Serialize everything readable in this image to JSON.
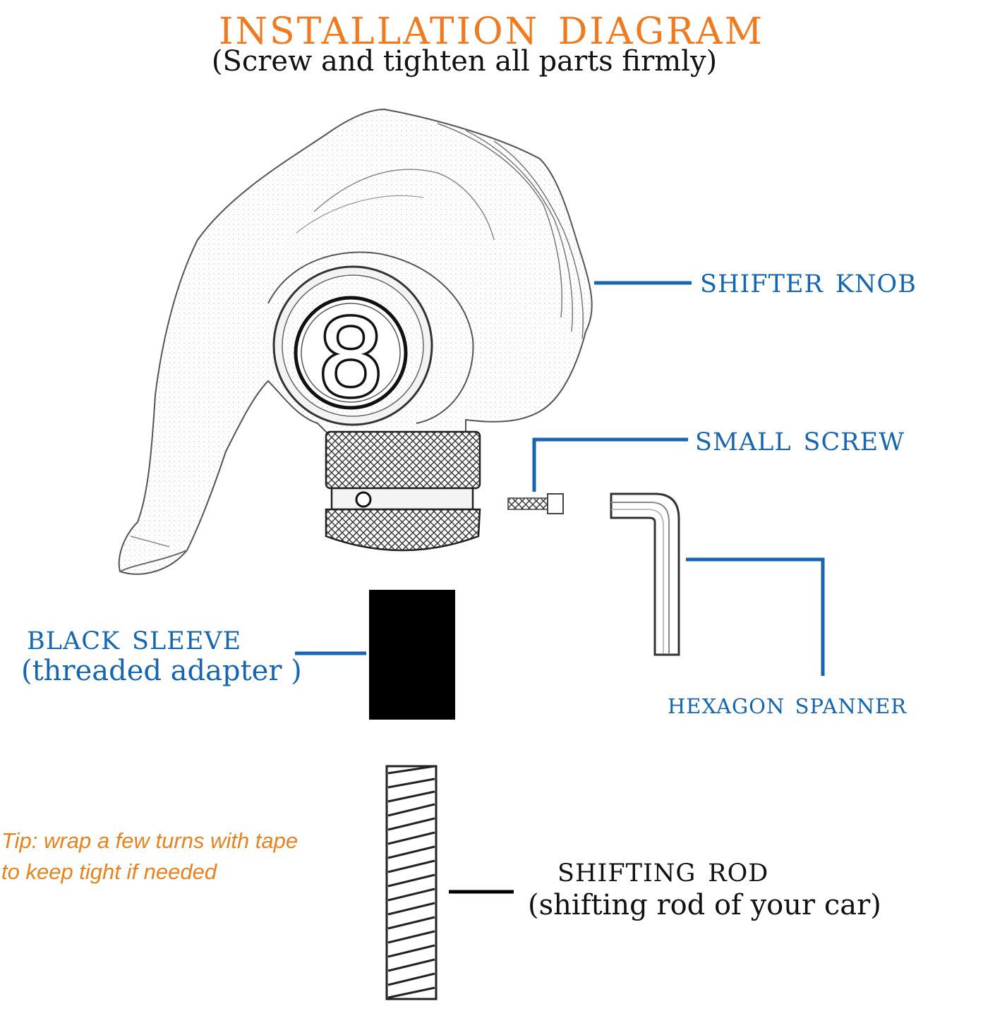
{
  "title": "INSTALLATION  DIAGRAM",
  "subtitle": "(Screw and tighten all parts firmly)",
  "labels": {
    "shifter_knob": "SHIFTER KNOB",
    "small_screw": "SMALL SCREW",
    "black_sleeve": "BLACK SLEEVE",
    "black_sleeve_sub": "(threaded adapter )",
    "hexagon_spanner": "HEXAGON SPANNER",
    "shifting_rod": "SHIFTING ROD",
    "shifting_rod_sub": "(shifting rod of your car)"
  },
  "tip": {
    "line1": "Tip: wrap a few turns with tape",
    "line2": "to keep tight if needed"
  },
  "ball_number": "8",
  "colors": {
    "title": "#F07A1E",
    "label_blue": "#1565B0",
    "tip": "#E8821E",
    "text_dark": "#111111",
    "sleeve": "#000000"
  },
  "icons": {
    "knob": "skull-hand-8-ball-knob-icon",
    "screw": "screw-icon",
    "spanner": "hex-key-icon",
    "sleeve": "sleeve-icon",
    "rod": "threaded-rod-icon"
  }
}
